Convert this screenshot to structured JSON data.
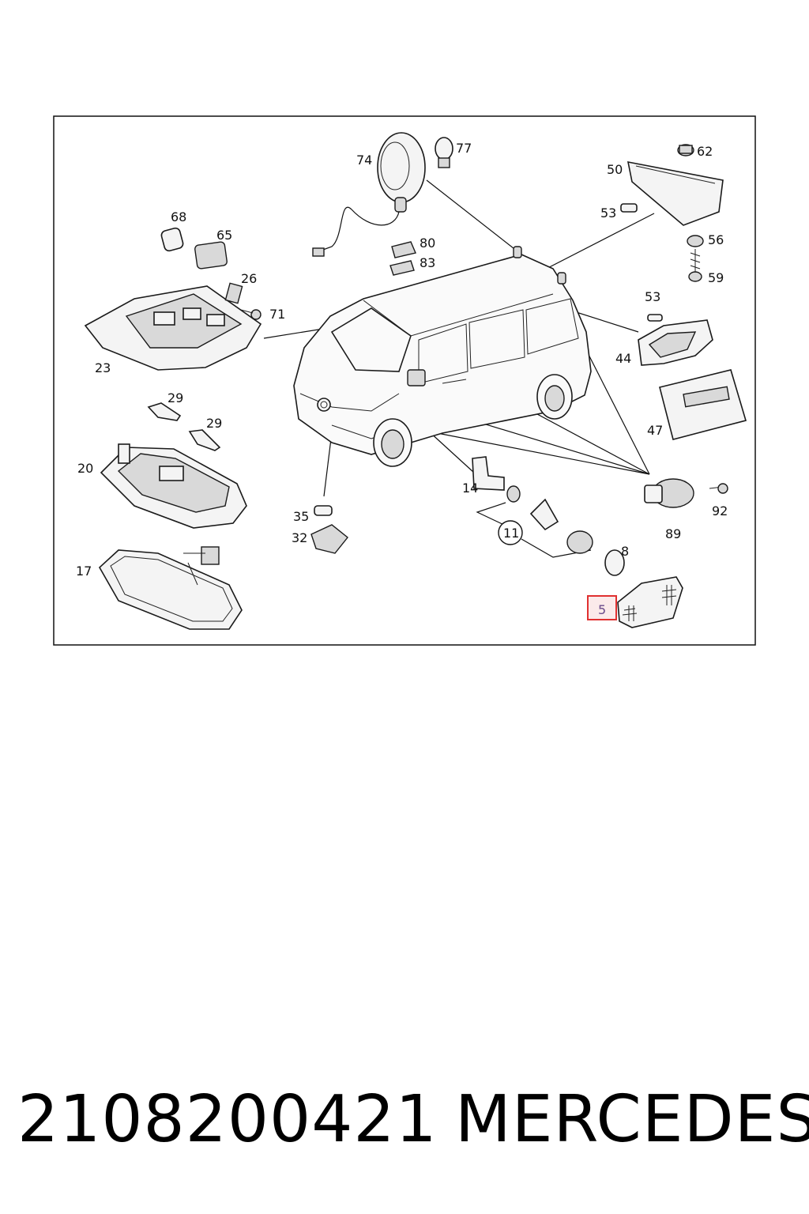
{
  "diagram": {
    "labels": {
      "p74": "74",
      "p77": "77",
      "p50": "50",
      "p62": "62",
      "p68": "68",
      "p65": "65",
      "p80": "80",
      "p83": "83",
      "p53a": "53",
      "p56": "56",
      "p59": "59",
      "p26": "26",
      "p71": "71",
      "p23": "23",
      "p53b": "53",
      "p44": "44",
      "p29a": "29",
      "p29b": "29",
      "p47": "47",
      "p20": "20",
      "p14": "14",
      "p92": "92",
      "p35": "35",
      "p11": "11",
      "p89": "89",
      "p32": "32",
      "p8": "8",
      "p17": "17",
      "p5": "5"
    },
    "highlight_color": "#e03030"
  },
  "footer": {
    "part_number": "2108200421",
    "brand": "MERCEDES"
  }
}
